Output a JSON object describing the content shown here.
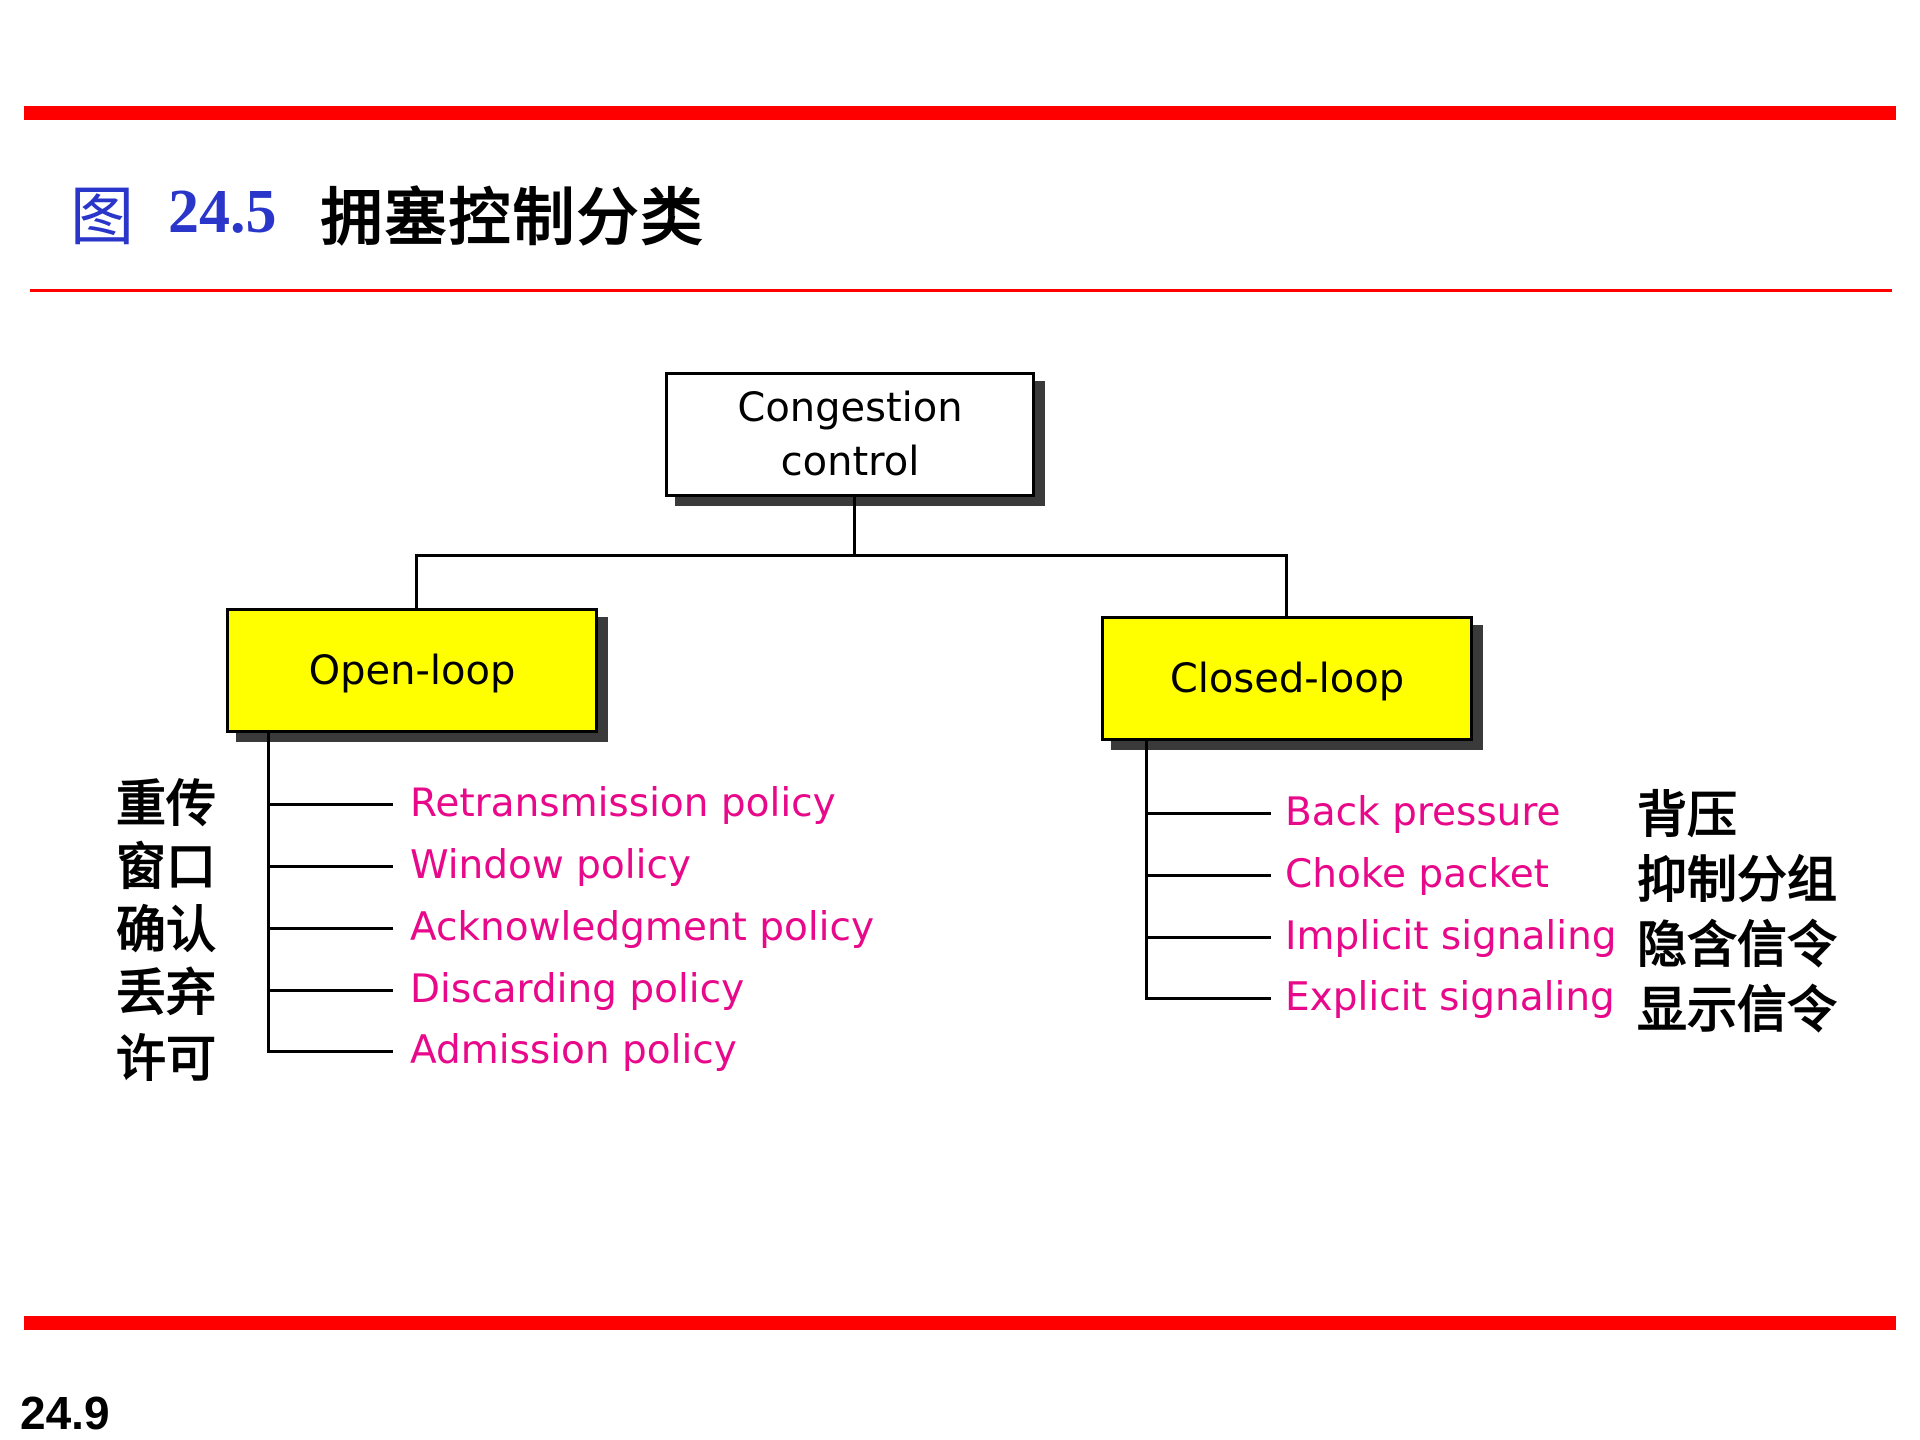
{
  "title": {
    "prefix": "图",
    "number": "24.5",
    "text": "拥塞控制分类"
  },
  "diagram": {
    "root": {
      "line1": "Congestion",
      "line2": "control"
    },
    "open_loop": {
      "label": "Open-loop",
      "items": [
        "Retransmission policy",
        "Window policy",
        "Acknowledgment policy",
        "Discarding policy",
        "Admission policy"
      ],
      "cn_labels": [
        "重传",
        "窗口",
        "确认",
        "丢弃",
        "许可"
      ]
    },
    "closed_loop": {
      "label": "Closed-loop",
      "items": [
        "Back pressure",
        "Choke packet",
        "Implicit signaling",
        "Explicit signaling"
      ],
      "cn_labels": [
        "背压",
        "抑制分组",
        "隐含信令",
        "显示信令"
      ]
    }
  },
  "page_number": "24.9",
  "colors": {
    "rule": "#ff0000",
    "title_blue": "#2a35c9",
    "box_fill": "#ffff00",
    "item_text": "#e8088a"
  }
}
